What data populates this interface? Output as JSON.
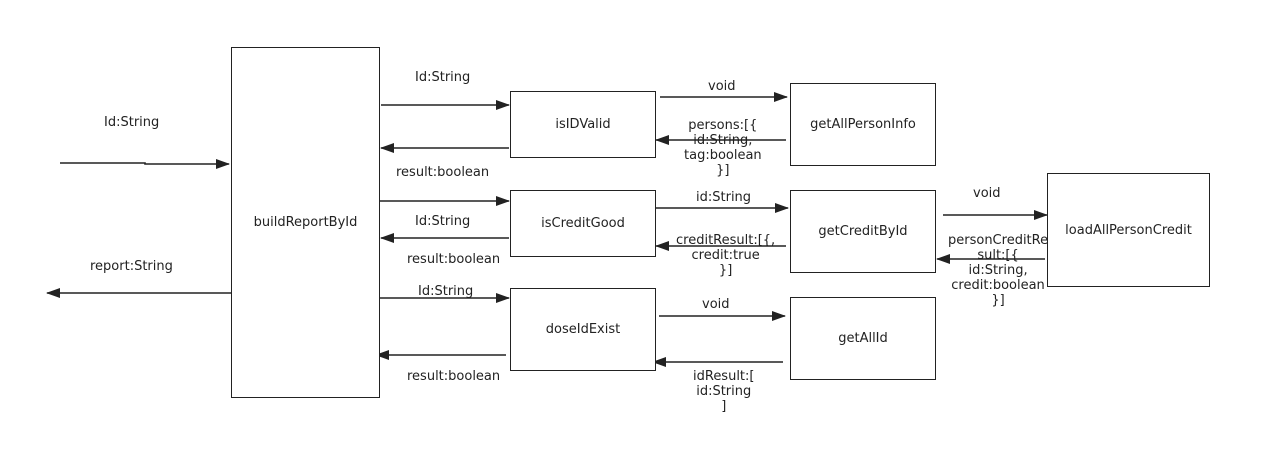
{
  "nodes": {
    "buildReportById": "buildReportById",
    "isIDValid": "isIDValid",
    "getAllPersonInfo": "getAllPersonInfo",
    "isCreditGood": "isCreditGood",
    "getCreditById": "getCreditById",
    "loadAllPersonCredit": "loadAllPersonCredit",
    "doseIdExist": "doseIdExist",
    "getAllId": "getAllId"
  },
  "edges": {
    "input_id": "Id:String",
    "output_report": "report:String",
    "to_isIDValid": "Id:String",
    "from_isIDValid": "result:boolean",
    "to_isCreditGood": "",
    "from_isCreditGood_id": "Id:String",
    "from_isCreditGood": "result:boolean",
    "to_doseIdExist": "Id:String",
    "from_doseIdExist": "result:boolean",
    "to_getAllPersonInfo": "void",
    "from_getAllPersonInfo": "persons:[{\nid:String,\ntag:boolean\n}]",
    "to_getCreditById": "id:String",
    "from_getCreditById": "creditResult:[{,\ncredit:true\n}]",
    "to_loadAllPersonCredit": "void",
    "from_loadAllPersonCredit": "personCreditRe\nsult:[{\nid:String,\ncredit:boolean\n}]",
    "to_getAllId": "void",
    "from_getAllId": "idResult:[\nid:String\n]"
  }
}
